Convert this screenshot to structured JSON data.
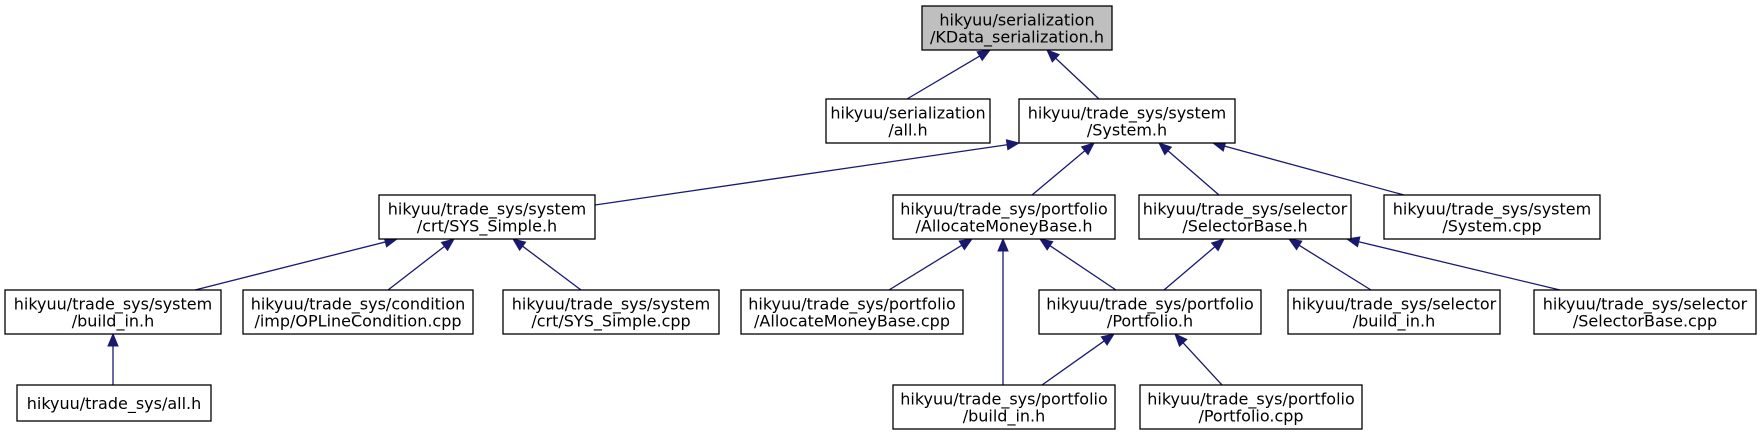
{
  "colors": {
    "edge": "#191970",
    "root_fill": "#bfbfbf",
    "node_fill": "#ffffff",
    "border": "#000000"
  },
  "nodes": [
    {
      "id": "kdata",
      "lines": [
        "hikyuu/serialization",
        "/KData_serialization.h"
      ],
      "highlighted": true
    },
    {
      "id": "ser_all",
      "lines": [
        "hikyuu/serialization",
        "/all.h"
      ]
    },
    {
      "id": "system_h",
      "lines": [
        "hikyuu/trade_sys/system",
        "/System.h"
      ]
    },
    {
      "id": "sys_simple_h",
      "lines": [
        "hikyuu/trade_sys/system",
        "/crt/SYS_Simple.h"
      ]
    },
    {
      "id": "amb_h",
      "lines": [
        "hikyuu/trade_sys/portfolio",
        "/AllocateMoneyBase.h"
      ]
    },
    {
      "id": "selbase_h",
      "lines": [
        "hikyuu/trade_sys/selector",
        "/SelectorBase.h"
      ]
    },
    {
      "id": "system_cpp",
      "lines": [
        "hikyuu/trade_sys/system",
        "/System.cpp"
      ]
    },
    {
      "id": "sys_build_in",
      "lines": [
        "hikyuu/trade_sys/system",
        "/build_in.h"
      ]
    },
    {
      "id": "opline",
      "lines": [
        "hikyuu/trade_sys/condition",
        "/imp/OPLineCondition.cpp"
      ]
    },
    {
      "id": "sys_simple_cpp",
      "lines": [
        "hikyuu/trade_sys/system",
        "/crt/SYS_Simple.cpp"
      ]
    },
    {
      "id": "amb_cpp",
      "lines": [
        "hikyuu/trade_sys/portfolio",
        "/AllocateMoneyBase.cpp"
      ]
    },
    {
      "id": "portfolio_h",
      "lines": [
        "hikyuu/trade_sys/portfolio",
        "/Portfolio.h"
      ]
    },
    {
      "id": "sel_build_in",
      "lines": [
        "hikyuu/trade_sys/selector",
        "/build_in.h"
      ]
    },
    {
      "id": "selbase_cpp",
      "lines": [
        "hikyuu/trade_sys/selector",
        "/SelectorBase.cpp"
      ]
    },
    {
      "id": "ts_all",
      "lines": [
        "hikyuu/trade_sys/all.h"
      ]
    },
    {
      "id": "port_build_in",
      "lines": [
        "hikyuu/trade_sys/portfolio",
        "/build_in.h"
      ]
    },
    {
      "id": "portfolio_cpp",
      "lines": [
        "hikyuu/trade_sys/portfolio",
        "/Portfolio.cpp"
      ]
    }
  ],
  "edges": [
    {
      "from": "ser_all",
      "to": "kdata"
    },
    {
      "from": "system_h",
      "to": "kdata"
    },
    {
      "from": "sys_simple_h",
      "to": "system_h"
    },
    {
      "from": "amb_h",
      "to": "system_h"
    },
    {
      "from": "selbase_h",
      "to": "system_h"
    },
    {
      "from": "system_cpp",
      "to": "system_h"
    },
    {
      "from": "sys_build_in",
      "to": "sys_simple_h"
    },
    {
      "from": "opline",
      "to": "sys_simple_h"
    },
    {
      "from": "sys_simple_cpp",
      "to": "sys_simple_h"
    },
    {
      "from": "amb_cpp",
      "to": "amb_h"
    },
    {
      "from": "portfolio_h",
      "to": "amb_h"
    },
    {
      "from": "port_build_in",
      "to": "amb_h"
    },
    {
      "from": "portfolio_h",
      "to": "selbase_h"
    },
    {
      "from": "sel_build_in",
      "to": "selbase_h"
    },
    {
      "from": "selbase_cpp",
      "to": "selbase_h"
    },
    {
      "from": "ts_all",
      "to": "sys_build_in"
    },
    {
      "from": "port_build_in",
      "to": "portfolio_h"
    },
    {
      "from": "portfolio_cpp",
      "to": "portfolio_h"
    }
  ]
}
